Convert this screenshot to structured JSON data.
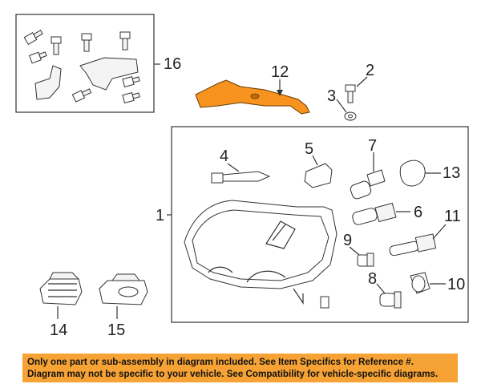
{
  "diagram": {
    "callouts": {
      "c1": "1",
      "c2": "2",
      "c3": "3",
      "c4": "4",
      "c5": "5",
      "c6": "6",
      "c7": "7",
      "c8": "8",
      "c9": "9",
      "c10": "10",
      "c11": "11",
      "c12": "12",
      "c13": "13",
      "c14": "14",
      "c15": "15",
      "c16": "16"
    },
    "highlight_color": "#f7931e"
  },
  "notice": {
    "line1": "Only one part or sub-assembly in diagram included. See Item Specifics for Reference #.",
    "line2": "Diagram may not be specific to your vehicle. See Compatibility for vehicle-specific diagrams.",
    "background": "#f7a234"
  }
}
